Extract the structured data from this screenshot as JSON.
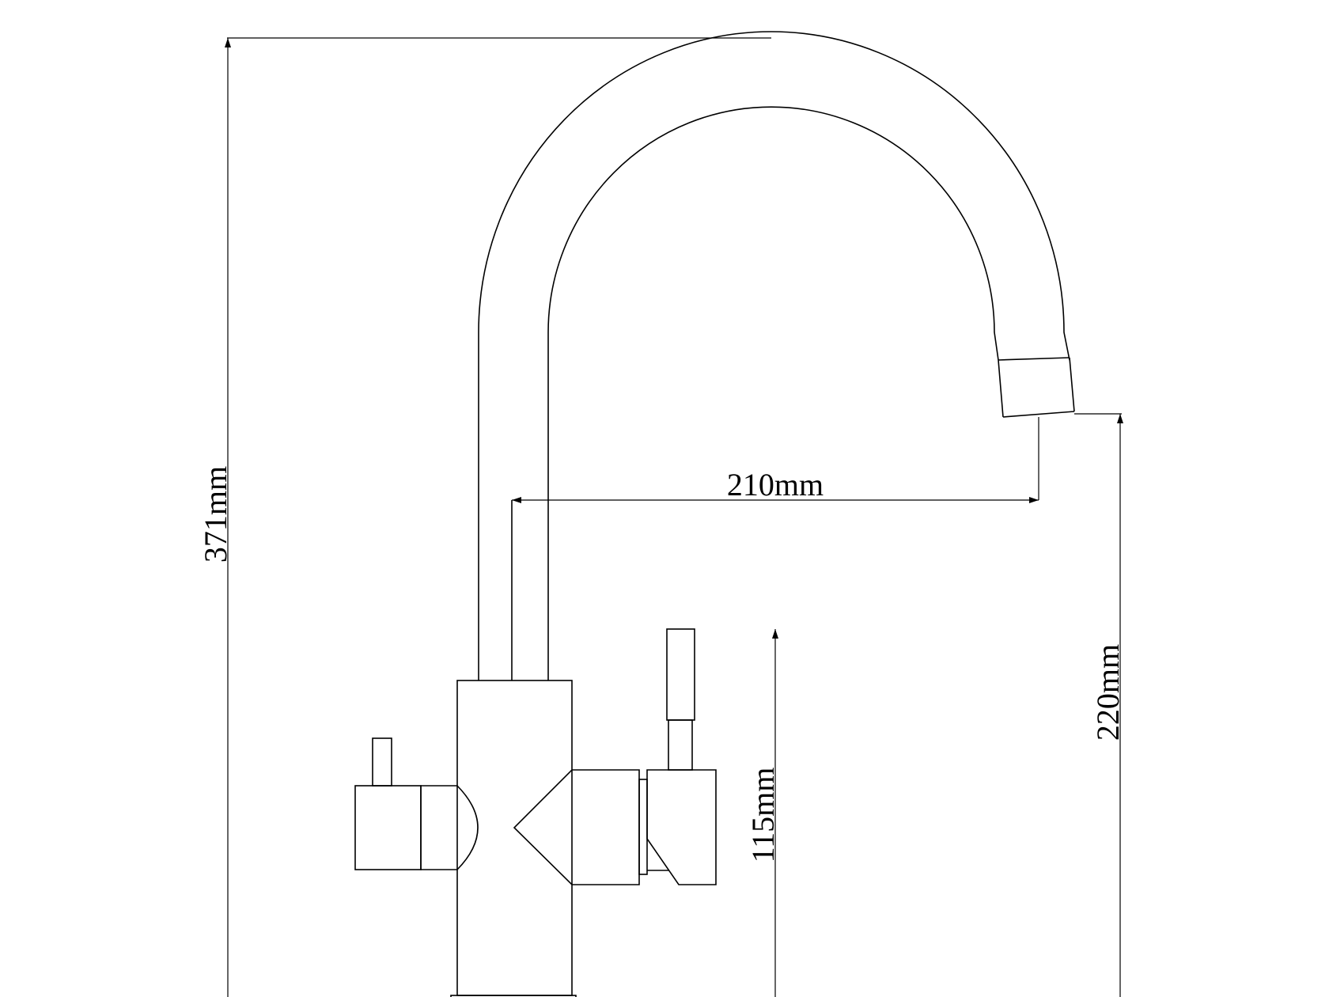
{
  "dimensions": {
    "total_height": "371mm",
    "spout_reach": "210mm",
    "spout_height": "220mm",
    "body_height": "115mm"
  },
  "colors": {
    "line": "#000000",
    "background": "#ffffff"
  }
}
